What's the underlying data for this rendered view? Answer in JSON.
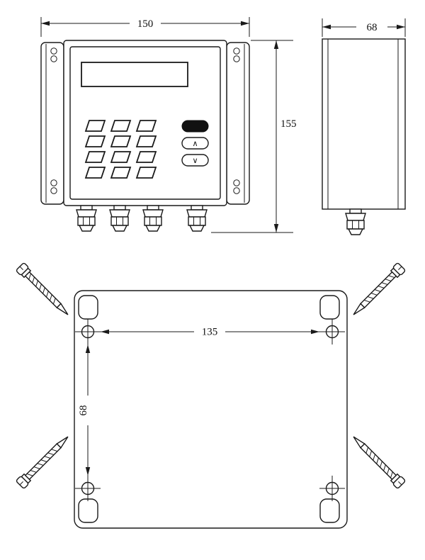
{
  "front_view": {
    "width_mm": "150",
    "height_mm": "155",
    "keypad": {
      "up_key": "∧",
      "down_key": "∨"
    }
  },
  "side_view": {
    "depth_mm": "68"
  },
  "mounting_plate": {
    "hole_spacing_horizontal_mm": "135",
    "hole_spacing_vertical_mm": "68"
  }
}
